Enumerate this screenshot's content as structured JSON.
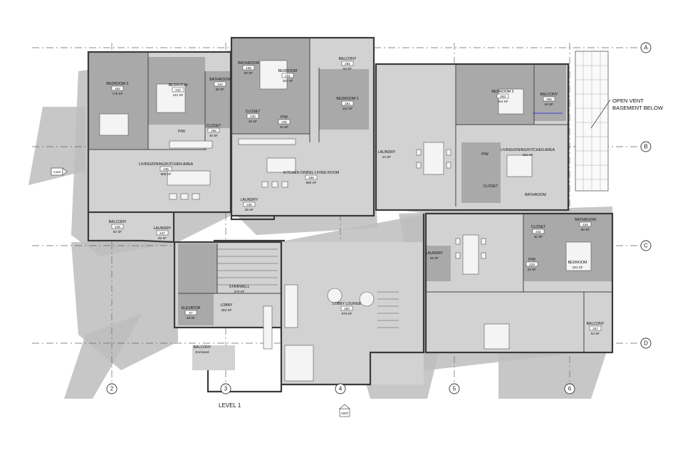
{
  "grid": {
    "columns": [
      "2",
      "3",
      "4",
      "5",
      "6"
    ],
    "rows": [
      "A",
      "B",
      "C",
      "D"
    ]
  },
  "rooms": [
    {
      "id": "bedroom2-252",
      "name": "BEDROOM 2",
      "number": "252",
      "area": "176 SF"
    },
    {
      "id": "bedroom-242",
      "name": "BEDROOM",
      "number": "242",
      "area": "141 SF"
    },
    {
      "id": "bathroom-244",
      "name": "BATHROOM",
      "number": "244",
      "area": "60 SF"
    },
    {
      "id": "bathroom-236",
      "name": "BATHROOM",
      "number": "236",
      "area": "60 SF"
    },
    {
      "id": "bedroom-231",
      "name": "BEDROOM",
      "number": "231",
      "area": "181 SF"
    },
    {
      "id": "balcony-255",
      "name": "BALCONY",
      "number": "255",
      "area": "64 SF"
    },
    {
      "id": "bedroom2-261",
      "name": "BEDROOM 2",
      "number": "261",
      "area": "112 SF"
    },
    {
      "id": "closet-265",
      "name": "CLOSET",
      "number": "265",
      "area": "40 SF"
    },
    {
      "id": "closet-230",
      "name": "CLOSET",
      "number": "230",
      "area": "40 SF"
    },
    {
      "id": "pw-228",
      "name": "P/W",
      "number": "228",
      "area": "24 SF"
    },
    {
      "id": "pw-left",
      "name": "P/W",
      "number": "",
      "area": ""
    },
    {
      "id": "living-235",
      "name": "LIVING/DINING/KITCHEN AREA",
      "number": "235",
      "area": "608 SF"
    },
    {
      "id": "kitchen-259",
      "name": "KITCHEN DINING LIVING ROOM",
      "number": "259",
      "area": "690 SF"
    },
    {
      "id": "laundry-225",
      "name": "LAUNDRY",
      "number": "225",
      "area": "28 SF"
    },
    {
      "id": "laundry-left",
      "name": "LAUNDRY",
      "number": "247",
      "area": "25 SF"
    },
    {
      "id": "balcony-246",
      "name": "BALCONY",
      "number": "246",
      "area": "62 SF"
    },
    {
      "id": "laundry-mid",
      "name": "LAUNDRY",
      "number": "",
      "area": "24 SF"
    },
    {
      "id": "bedroom2-263",
      "name": "BEDROOM 2",
      "number": "263",
      "area": "154 SF"
    },
    {
      "id": "balcony-256",
      "name": "BALCONY",
      "number": "256",
      "area": "64 SF"
    },
    {
      "id": "living-right",
      "name": "LIVING/DINING/KITCHEN AREA",
      "number": "",
      "area": "191 SF"
    },
    {
      "id": "pw-right",
      "name": "P/W",
      "number": "",
      "area": ""
    },
    {
      "id": "closet-right",
      "name": "CLOSET",
      "number": "",
      "area": ""
    },
    {
      "id": "bathroom-right-a",
      "name": "BATHROOM",
      "number": "",
      "area": ""
    },
    {
      "id": "bathroom-234",
      "name": "BATHROOM",
      "number": "234",
      "area": "60 SF"
    },
    {
      "id": "closet-232",
      "name": "CLOSET",
      "number": "232",
      "area": "40 SF"
    },
    {
      "id": "laundry-lower",
      "name": "LAUNDRY",
      "number": "",
      "area": "26 SF"
    },
    {
      "id": "pw-233",
      "name": "P/W",
      "number": "233",
      "area": "24 SF"
    },
    {
      "id": "bedroom-right",
      "name": "BEDROOM",
      "number": "",
      "area": "191 SF"
    },
    {
      "id": "balcony-257",
      "name": "BALCONY",
      "number": "257",
      "area": "64 SF"
    },
    {
      "id": "stairwell",
      "name": "STAIRWELL",
      "number": "",
      "area": "370 SF"
    },
    {
      "id": "elevator",
      "name": "ELEVATOR",
      "number": "57",
      "area": "49 SF"
    },
    {
      "id": "lobby",
      "name": "LOBBY",
      "number": "",
      "area": "452 SF"
    },
    {
      "id": "lobby-lounge",
      "name": "LOBBY LOUNGE",
      "number": "260",
      "area": "979 SF"
    },
    {
      "id": "balcony-enclosed",
      "name": "BALCONY",
      "number": "",
      "area": "Enclosed"
    }
  ],
  "annotations": {
    "open_vent_line1": "OPEN VENT",
    "open_vent_line2": "BASEMENT BELOW",
    "level_title": "LEVEL 1",
    "section_ref_left": "A110",
    "section_ref_bottom": "A637"
  },
  "colors": {
    "shadow": "#bdbdbd",
    "room": "#d2d2d2",
    "wall": "#3a3a3a",
    "accent": "#3b3bd6"
  }
}
